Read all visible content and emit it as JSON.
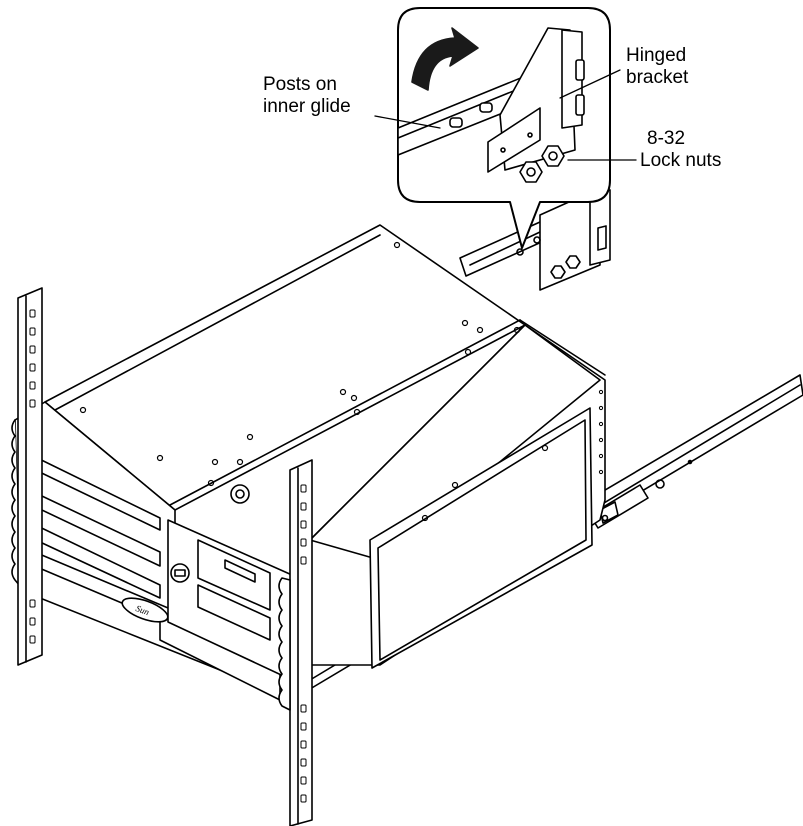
{
  "labels": {
    "posts": [
      "Posts on",
      "inner glide"
    ],
    "bracket": [
      "Hinged",
      "bracket"
    ],
    "locknuts": [
      "8-32",
      "Lock nuts"
    ]
  },
  "brand_logo_text": "Sun",
  "colors": {
    "line": "#000000",
    "background": "#ffffff",
    "shade": "#d9d9d9",
    "arrow": "#1a1a1a"
  }
}
